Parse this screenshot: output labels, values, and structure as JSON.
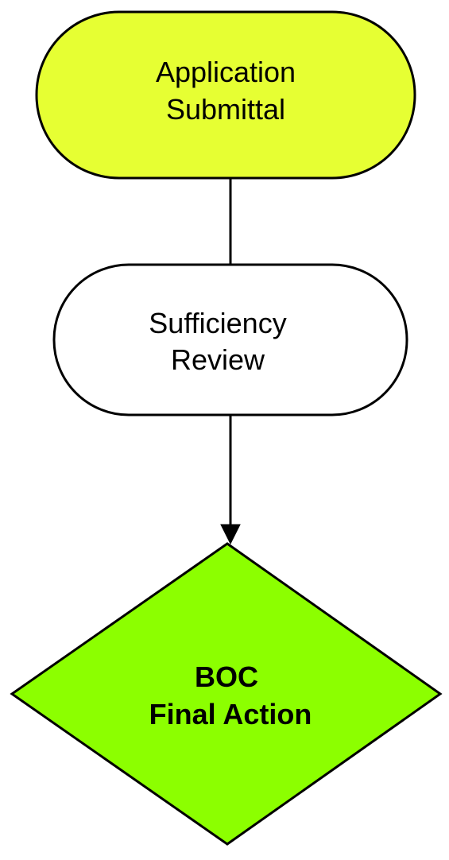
{
  "colors": {
    "application_fill": "#E6FF33",
    "review_fill": "#FFFFFF",
    "decision_fill": "#8CFF00",
    "stroke": "#000000",
    "background": "#FFFFFF"
  },
  "nodes": {
    "application_submittal": {
      "shape": "stadium",
      "line1": "Application",
      "line2": "Submittal"
    },
    "sufficiency_review": {
      "shape": "stadium",
      "line1": "Sufficiency",
      "line2": "Review"
    },
    "boc_final_action": {
      "shape": "diamond",
      "line1": "BOC",
      "line2": "Final Action"
    }
  },
  "edges": [
    {
      "from": "application_submittal",
      "to": "sufficiency_review",
      "arrow": false
    },
    {
      "from": "sufficiency_review",
      "to": "boc_final_action",
      "arrow": true
    }
  ]
}
